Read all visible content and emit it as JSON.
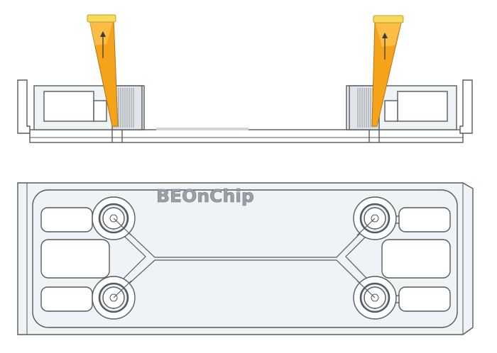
{
  "brand": {
    "name": "BEOnChip"
  },
  "views": [
    {
      "id": "side-view"
    },
    {
      "id": "top-view"
    }
  ],
  "colors": {
    "line": "#555b60",
    "body_fill": "#eef3f5",
    "plate_fill": "#ffffff",
    "tip_orange": "#f6a31c",
    "tip_collar": "#f7d95c",
    "brand_text": "#9aa1a6"
  },
  "icons": {
    "pipette_tip": "pipette-tip-icon",
    "flow_arrow": "up-arrow-icon"
  }
}
